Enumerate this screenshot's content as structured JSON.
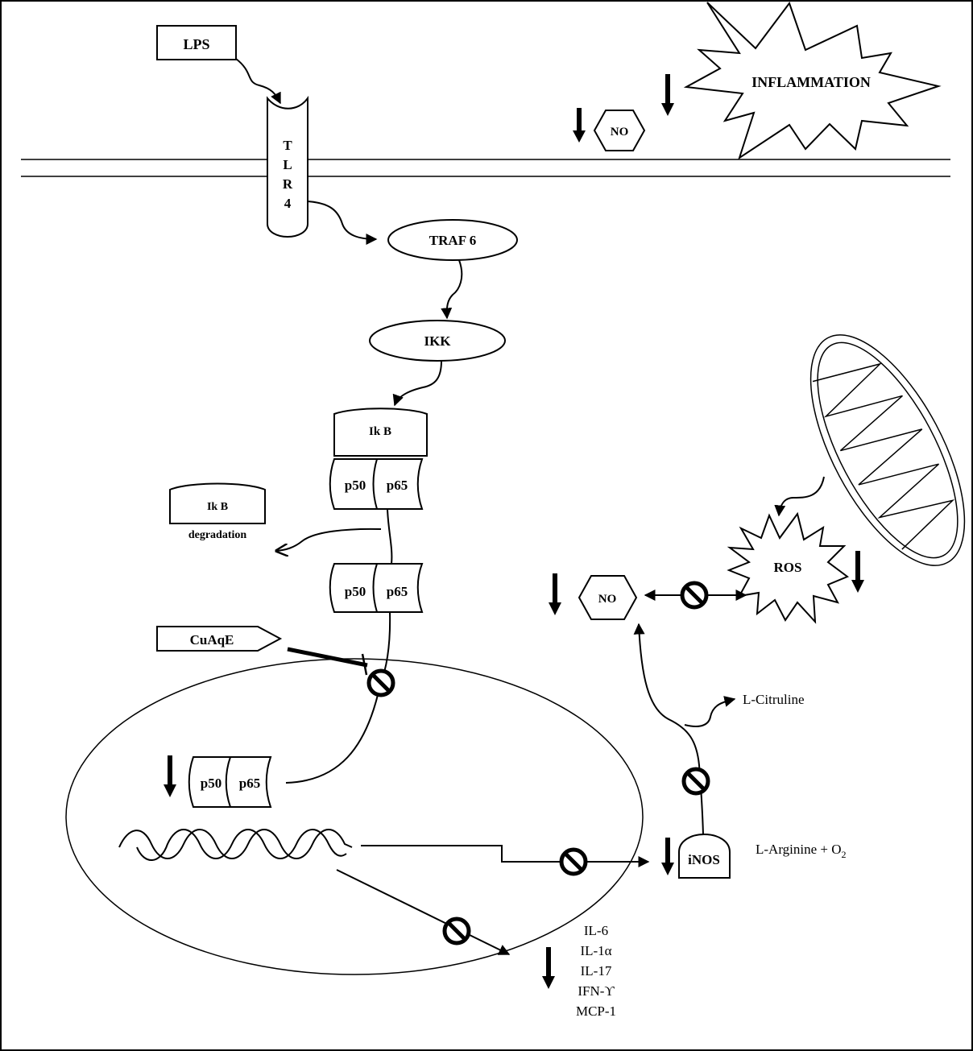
{
  "labels": {
    "lps": "LPS",
    "tlr4": [
      "T",
      "L",
      "R",
      "4"
    ],
    "inflammation": "INFLAMMATION",
    "no_top": "NO",
    "traf6": "TRAF 6",
    "ikk": "IKK",
    "ikb": "Ik B",
    "ikb_degraded": "Ik B",
    "degradation": "degradation",
    "p50": "p50",
    "p65": "p65",
    "cuaqe": "CuAqE",
    "ros": "ROS",
    "no_mid": "NO",
    "l_citruline": "L-Citruline",
    "inos": "iNOS",
    "l_arginine": "L-Arginine + O",
    "o2_subscript": "2",
    "cytokines": [
      "IL-6",
      "IL-1α",
      "IL-17",
      "IFN-ϒ",
      "MCP-1"
    ]
  },
  "colors": {
    "stroke": "#000000",
    "background": "#ffffff"
  },
  "icons": {
    "inhibition": "prohibition-sign-icon",
    "decrease": "down-arrow-icon"
  }
}
